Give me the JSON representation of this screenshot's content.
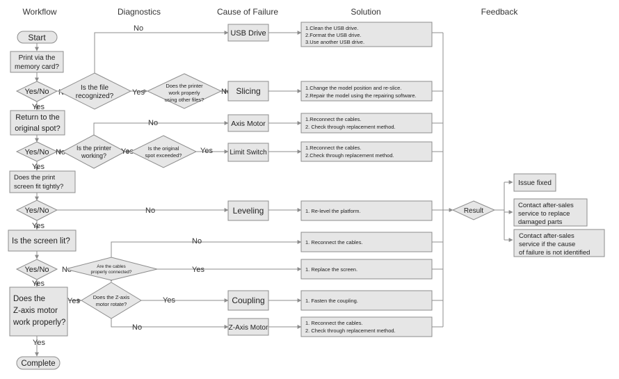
{
  "headers": {
    "workflow": "Workflow",
    "diagnostics": "Diagnostics",
    "cause": "Cause of Failure",
    "solution": "Solution",
    "feedback": "Feedback"
  },
  "workflow": {
    "start": "Start",
    "print_via_1": "Print via the",
    "print_via_2": "memory card?",
    "yesno_1": "Yes/No",
    "return_1": "Return to the",
    "return_2": "original spot?",
    "yesno_2": "Yes/No",
    "fit_1": "Does the print",
    "fit_2": "screen fit tightly?",
    "yesno_3": "Yes/No",
    "lit": "Is the screen lit?",
    "yesno_4": "Yes/No",
    "zmotor_1": "Does the",
    "zmotor_2": "Z-axis motor",
    "zmotor_3": "work properly?",
    "complete": "Complete"
  },
  "diagnostics": {
    "recognized_1": "Is the file",
    "recognized_2": "recognized?",
    "other_files_1": "Does the printer",
    "other_files_2": "work properly",
    "other_files_3": "using other files?",
    "working_1": "Is the printer",
    "working_2": "working?",
    "exceeded_1": "Is the original",
    "exceeded_2": "spot exceeded?",
    "cables_1": "Are the cables",
    "cables_2": "properly connected?",
    "rotate_1": "Does the Z-axis",
    "rotate_2": "motor rotate?"
  },
  "labels": {
    "yes": "Yes",
    "no": "No"
  },
  "causes": {
    "usb": "USB Drive",
    "slicing": "Slicing",
    "axis": "Axis Motor",
    "limit": "Limit Switch",
    "leveling": "Leveling",
    "coupling": "Coupling",
    "zaxis": "Z-Axis Motor"
  },
  "solutions": {
    "usb_1": "1.Clean the USB drive.",
    "usb_2": "2.Format the USB drive.",
    "usb_3": "3.Use another USB drive.",
    "slicing_1": "1.Change the model position and re-slice.",
    "slicing_2": "2.Repair the model using the repairing software.",
    "axis_1": "1.Reconnect the cables.",
    "axis_2": "2. Check through replacement method.",
    "limit_1": "1.Reconnect the cables.",
    "limit_2": "2.Check through replacement method.",
    "leveling_1": "1. Re-level the platform.",
    "cables_1": "1. Reconnect the cables.",
    "screen_1": "1. Replace the screen.",
    "coupling_1": "1. Fasten the coupling.",
    "zaxis_1": "1. Reconnect the cables.",
    "zaxis_2": "2. Check through replacement method."
  },
  "feedback": {
    "result": "Result",
    "fixed": "Issue fixed",
    "contact_parts_1": "Contact after-sales",
    "contact_parts_2": "service to replace",
    "contact_parts_3": "damaged parts",
    "contact_unknown_1": "Contact after-sales",
    "contact_unknown_2": "service if the cause",
    "contact_unknown_3": "of failure is not identified"
  }
}
